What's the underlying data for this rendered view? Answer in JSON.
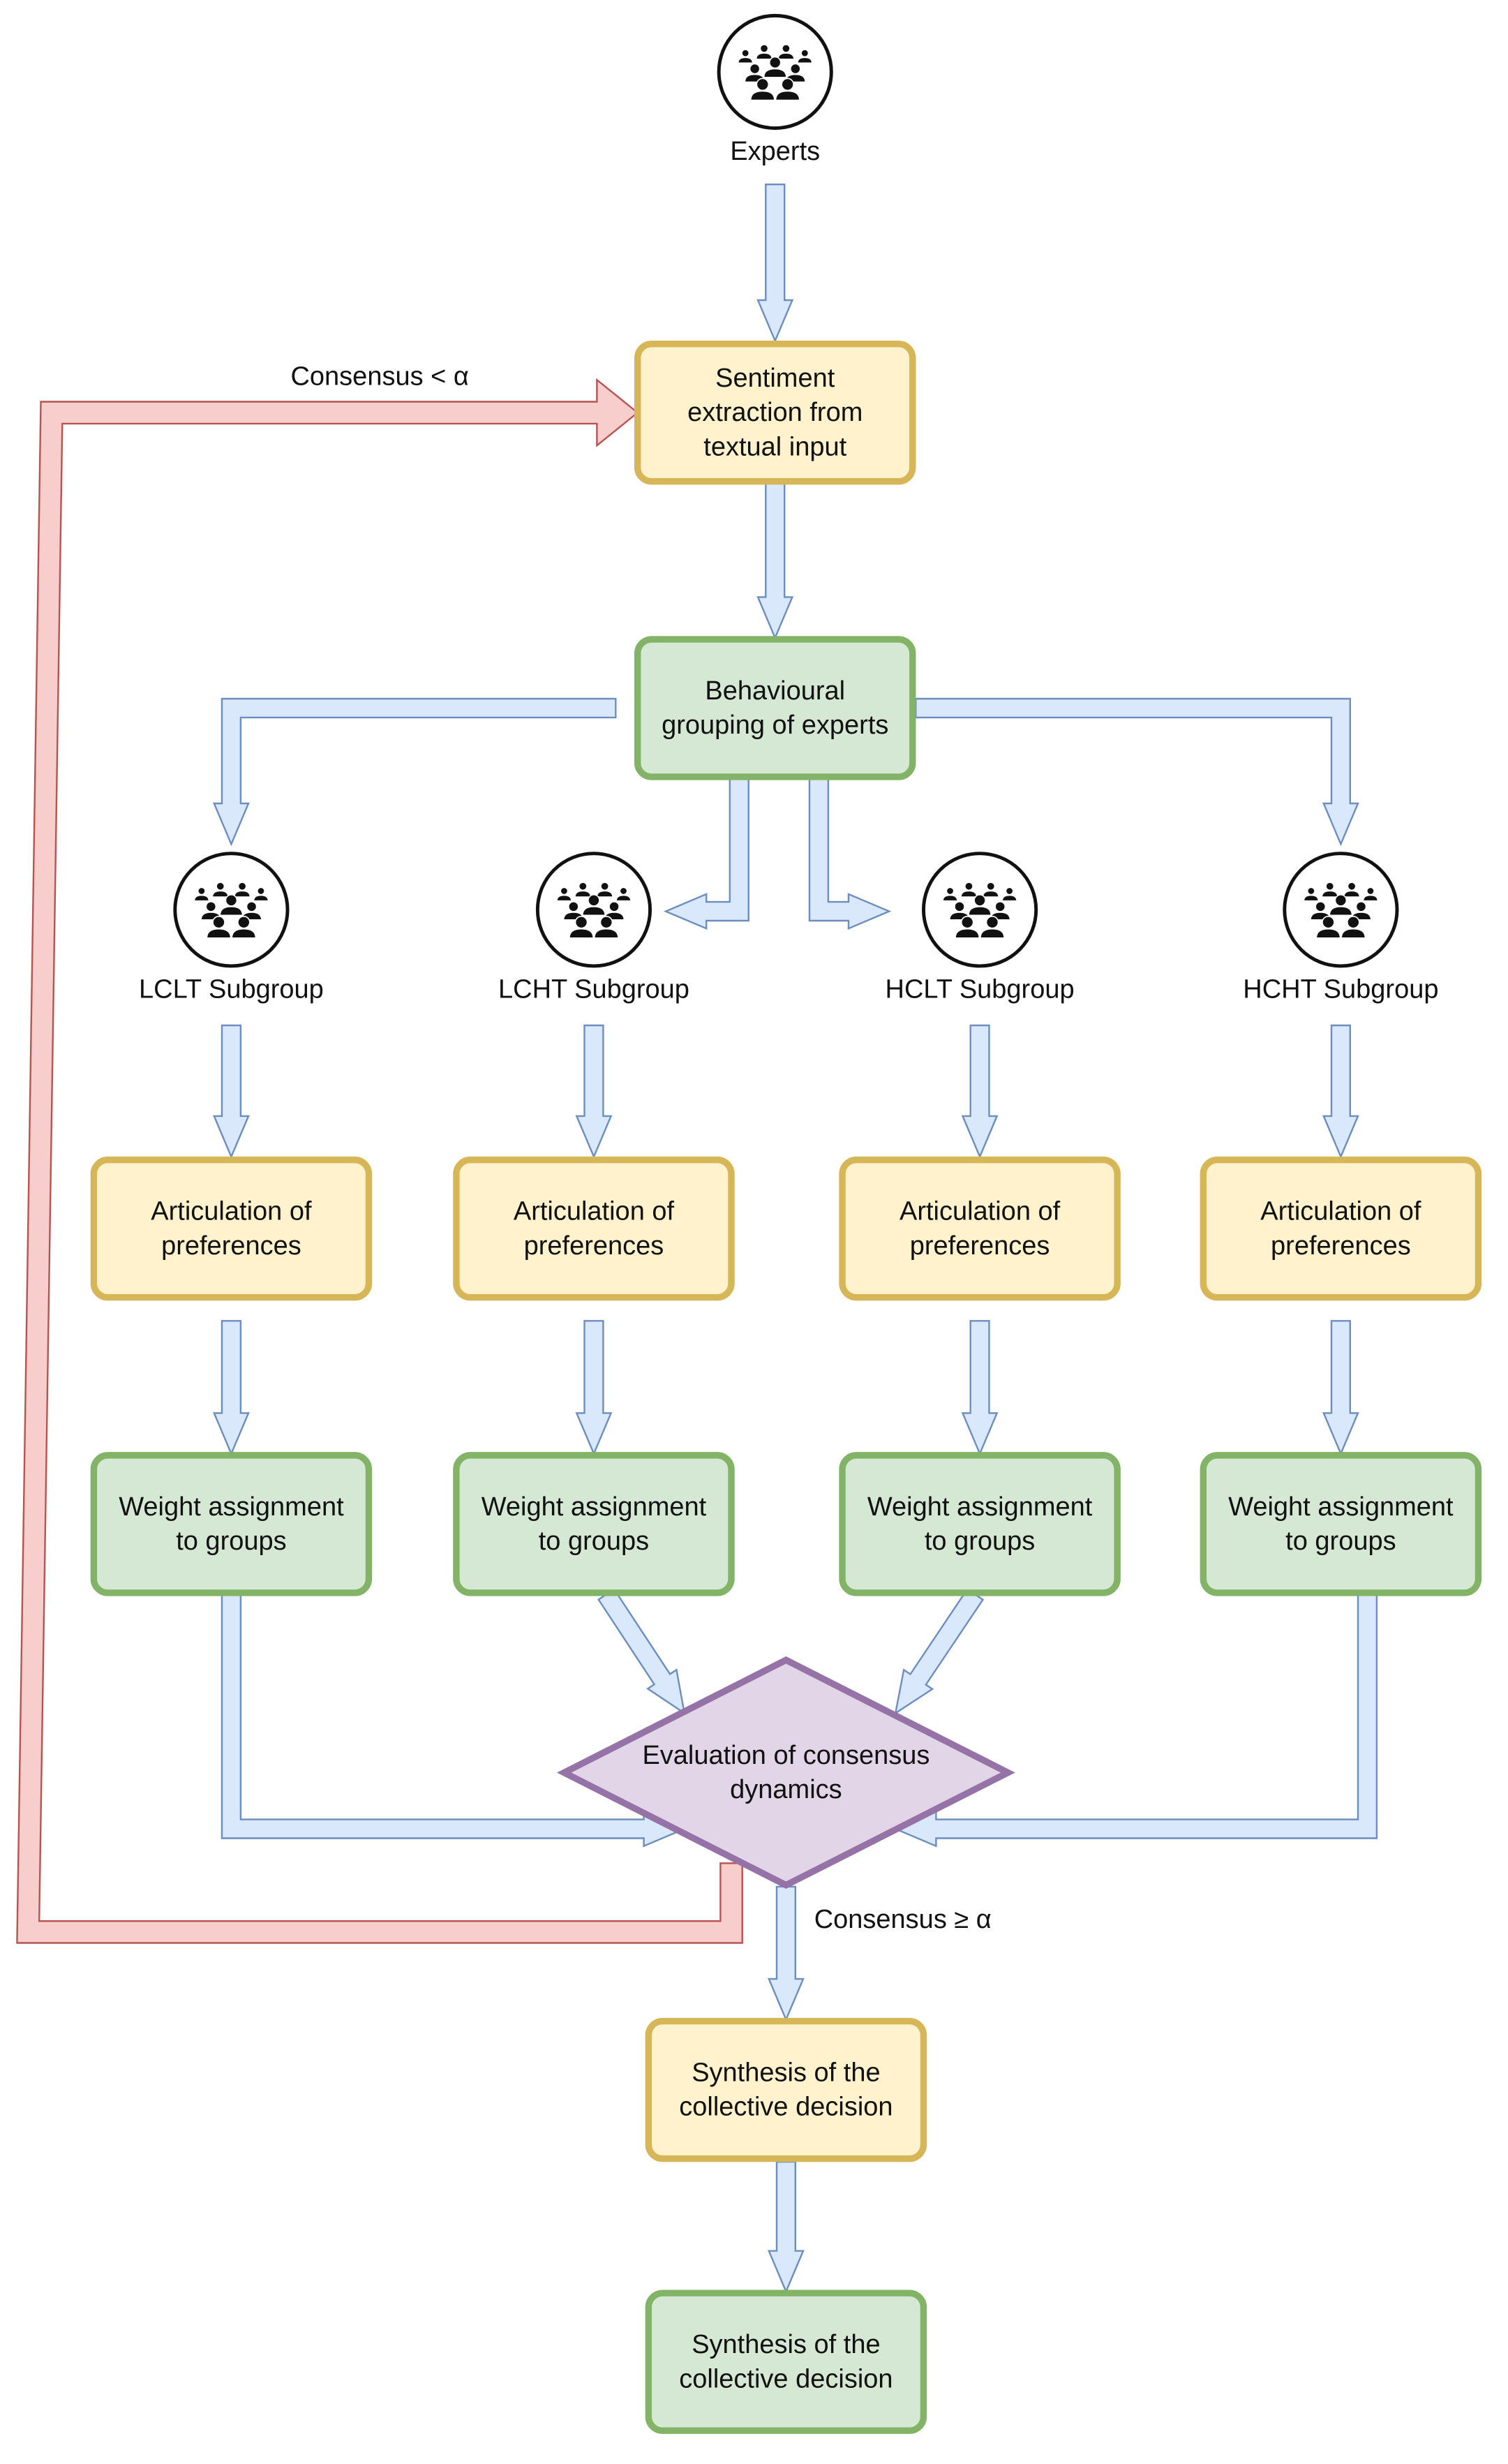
{
  "colors": {
    "yellow_fill": "#FFF2CC",
    "yellow_stroke": "#D6B656",
    "green_fill": "#D5E8D4",
    "green_stroke": "#82B366",
    "purple_fill": "#E1D5E7",
    "purple_stroke": "#9673A6",
    "arrow_fill": "#DAE8FC",
    "arrow_stroke": "#6C8EBF",
    "loop_fill": "#F8CECC",
    "loop_stroke": "#B85450"
  },
  "experts": {
    "icon": "people-group-icon",
    "label": "Experts"
  },
  "sentiment": {
    "lines": [
      "Sentiment",
      "extraction from",
      "textual input"
    ]
  },
  "grouping": {
    "lines": [
      "Behavioural",
      "grouping of experts"
    ]
  },
  "subgroups": [
    {
      "icon": "people-group-icon",
      "label": "LCLT Subgroup",
      "articulation": [
        "Articulation of",
        "preferences"
      ],
      "weight": [
        "Weight assignment",
        "to groups"
      ]
    },
    {
      "icon": "people-group-icon",
      "label": "LCHT Subgroup",
      "articulation": [
        "Articulation of",
        "preferences"
      ],
      "weight": [
        "Weight assignment",
        "to groups"
      ]
    },
    {
      "icon": "people-group-icon",
      "label": "HCLT Subgroup",
      "articulation": [
        "Articulation of",
        "preferences"
      ],
      "weight": [
        "Weight assignment",
        "to groups"
      ]
    },
    {
      "icon": "people-group-icon",
      "label": "HCHT Subgroup",
      "articulation": [
        "Articulation of",
        "preferences"
      ],
      "weight": [
        "Weight assignment",
        "to groups"
      ]
    }
  ],
  "evaluation": {
    "lines": [
      "Evaluation of consensus",
      "dynamics"
    ]
  },
  "conditions": {
    "loop": "Consensus < α",
    "pass": "Consensus ≥ α"
  },
  "synthesis_1": {
    "lines": [
      "Synthesis of the",
      "collective decision"
    ]
  },
  "synthesis_2": {
    "lines": [
      "Synthesis of the",
      "collective decision"
    ]
  }
}
